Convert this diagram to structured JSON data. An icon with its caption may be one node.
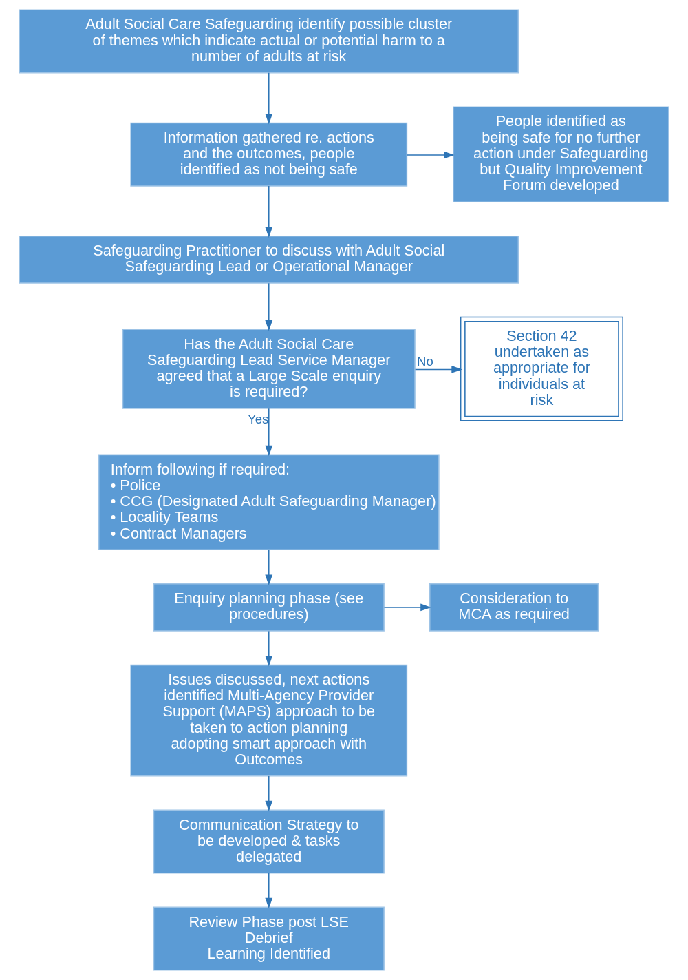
{
  "diagram": {
    "nodes": [
      {
        "text": [
          "Adult Social Care Safeguarding identify possible cluster of themes which indicate actual or potential harm to a number of adults at risk"
        ]
      },
      {
        "text": [
          "Information gathered re. actions and the outcomes, people identified as not being safe"
        ]
      },
      {
        "text": [
          "People identified as being safe for no further action under Safeguarding but Quality Improvement Forum developed"
        ]
      },
      {
        "text": [
          "Safeguarding Practitioner to discuss with Adult Social Safeguarding Lead or Operational Manager"
        ]
      },
      {
        "text": [
          "Has the Adult Social Care Safeguarding Lead Service Manager agreed that a Large Scale enquiry is required?"
        ]
      },
      {
        "text": [
          "Section 42 undertaken as appropriate for individuals at risk"
        ]
      },
      {
        "text": [
          "Inform following if required:",
          "• Police",
          "• CCG (Designated Adult Safeguarding Manager)",
          "• Locality Teams",
          "• Contract Managers"
        ]
      },
      {
        "text": [
          "Enquiry planning phase (see procedures)"
        ]
      },
      {
        "text": [
          "Consideration to MCA as required"
        ]
      },
      {
        "text": [
          "Issues discussed, next actions identified Multi-Agency Provider Support (MAPS) approach to be taken to action planning adopting smart approach with Outcomes"
        ]
      },
      {
        "text": [
          "Communication Strategy to be developed & tasks delegated"
        ]
      },
      {
        "text": [
          "Review Phase post LSE",
          "Debrief",
          "Learning Identified"
        ]
      }
    ],
    "edges": [
      {
        "from": 0,
        "to": 1,
        "arrow": "to"
      },
      {
        "from": 1,
        "to": 2,
        "arrow": "to"
      },
      {
        "from": 1,
        "to": 3,
        "arrow": "to"
      },
      {
        "from": 3,
        "to": 4,
        "arrow": "to"
      },
      {
        "from": 4,
        "to": 5,
        "arrow": "to",
        "label": "No"
      },
      {
        "from": 4,
        "to": 6,
        "arrow": "to",
        "label": "Yes"
      },
      {
        "from": 6,
        "to": 7,
        "arrow": "to"
      },
      {
        "from": 7,
        "to": 8,
        "arrow": "to"
      },
      {
        "from": 7,
        "to": 9,
        "arrow": "to"
      },
      {
        "from": 9,
        "to": 10,
        "arrow": "to"
      },
      {
        "from": 10,
        "to": 11,
        "arrow": "to"
      }
    ]
  }
}
